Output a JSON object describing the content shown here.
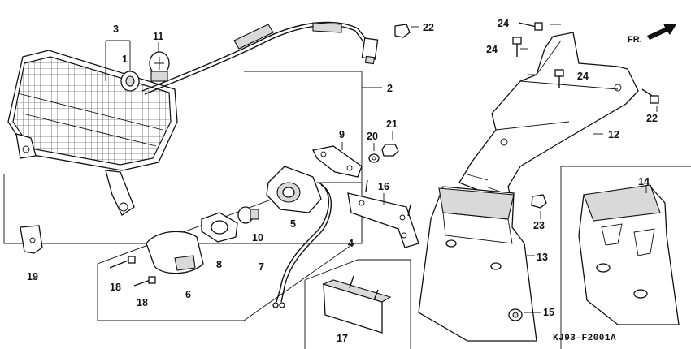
{
  "diagram": {
    "code": "KJ93-F2001A",
    "direction_label": "FR.",
    "callouts": {
      "c1": "1",
      "c2": "2",
      "c3": "3",
      "c4": "4",
      "c5": "5",
      "c6": "6",
      "c7": "7",
      "c8": "8",
      "c9": "9",
      "c10": "10",
      "c11": "11",
      "c12": "12",
      "c13": "13",
      "c14": "14",
      "c15": "15",
      "c16": "16",
      "c17": "17",
      "c18a": "18",
      "c18b": "18",
      "c19": "19",
      "c20": "20",
      "c21": "21",
      "c22a": "22",
      "c22b": "22",
      "c23": "23",
      "c24a": "24",
      "c24b": "24",
      "c24c": "24"
    }
  }
}
